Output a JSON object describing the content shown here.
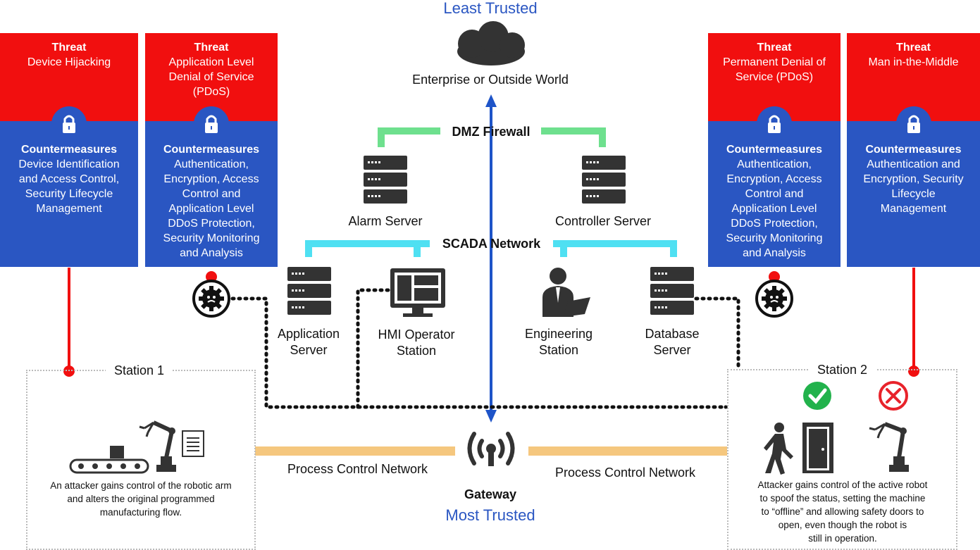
{
  "header": {
    "least_trusted": "Least Trusted",
    "most_trusted": "Most Trusted",
    "accent": "#2a56c2"
  },
  "enterprise": {
    "label": "Enterprise or Outside World",
    "icon": "cloud-icon"
  },
  "dmz": {
    "label": "DMZ Firewall",
    "color": "#6ee08e"
  },
  "scada": {
    "label": "SCADA Network",
    "color": "#4fe0f2"
  },
  "servers": {
    "alarm": "Alarm Server",
    "controller": "Controller Server",
    "application_line1": "Application",
    "application_line2": "Server",
    "hmi_line1": "HMI Operator",
    "hmi_line2": "Station",
    "engineering_line1": "Engineering",
    "engineering_line2": "Station",
    "database_line1": "Database",
    "database_line2": "Server"
  },
  "gateway": {
    "label": "Gateway",
    "icon": "wifi-antenna-icon"
  },
  "pcn": {
    "left": "Process Control Network",
    "right": "Process Control Network",
    "color": "#f5c77e"
  },
  "threats": [
    {
      "threat_title": "Threat",
      "threat_lines": [
        "Device Hijacking"
      ],
      "cm_title": "Countermeasures",
      "cm_lines": [
        "Device Identification",
        "and Access Control,",
        "Security Lifecycle",
        "Management"
      ]
    },
    {
      "threat_title": "Threat",
      "threat_lines": [
        "Application Level",
        "Denial of Service",
        "(PDoS)"
      ],
      "cm_title": "Countermeasures",
      "cm_lines": [
        "Authentication,",
        "Encryption, Access",
        "Control and",
        "Application Level",
        "DDoS Protection,",
        "Security Monitoring",
        "and Analysis"
      ]
    },
    {
      "threat_title": "Threat",
      "threat_lines": [
        "Permanent Denial of",
        "Service (PDoS)"
      ],
      "cm_title": "Countermeasures",
      "cm_lines": [
        "Authentication,",
        "Encryption, Access",
        "Control and",
        "Application Level",
        "DDoS Protection,",
        "Security Monitoring",
        "and Analysis"
      ]
    },
    {
      "threat_title": "Threat",
      "threat_lines": [
        "Man in-the-Middle"
      ],
      "cm_title": "Countermeasures",
      "cm_lines": [
        "Authentication and",
        "Encryption, Security",
        "Lifecycle",
        "Management"
      ]
    }
  ],
  "station1": {
    "title": "Station 1",
    "desc_lines": [
      "An attacker gains control of the robotic arm",
      "and alters the original programmed",
      "manufacturing flow."
    ]
  },
  "station2": {
    "title": "Station 2",
    "desc_lines": [
      "Attacker gains control of the active robot",
      "to spoof the status, setting the machine",
      "to “offline” and allowing safety doors to",
      "open, even though the robot is",
      "still in operation."
    ]
  },
  "colors": {
    "threat_red": "#f10f0f",
    "countermeasure_blue": "#2a56c2",
    "ok_green": "#22b24c",
    "bad_red": "#e8232b"
  }
}
